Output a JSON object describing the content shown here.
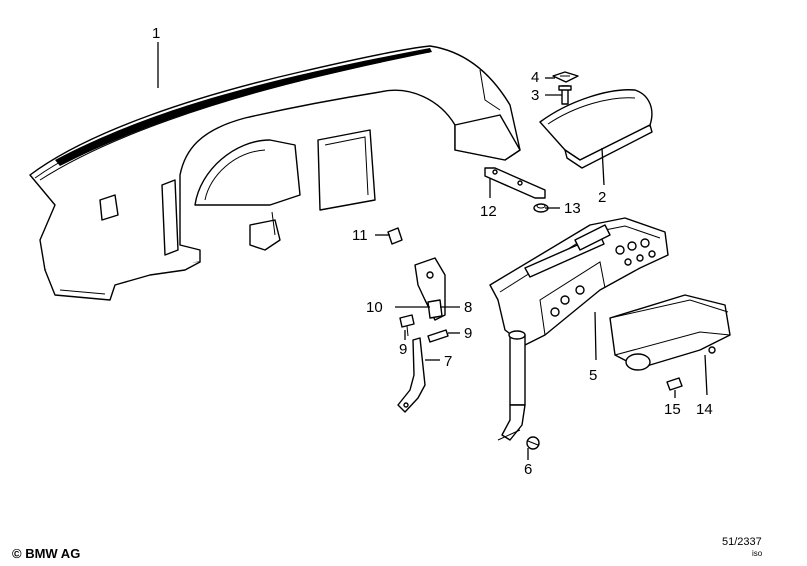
{
  "callouts": {
    "c1": "1",
    "c2": "2",
    "c3": "3",
    "c4": "4",
    "c5": "5",
    "c6": "6",
    "c7": "7",
    "c8": "8",
    "c9a": "9",
    "c9b": "9",
    "c10": "10",
    "c11": "11",
    "c12": "12",
    "c13": "13",
    "c14": "14",
    "c15": "15"
  },
  "footer": {
    "copyright": "© BMW AG",
    "drawing_number": "51/2337",
    "view_code": "iso"
  },
  "colors": {
    "line": "#000000",
    "background": "#ffffff"
  }
}
